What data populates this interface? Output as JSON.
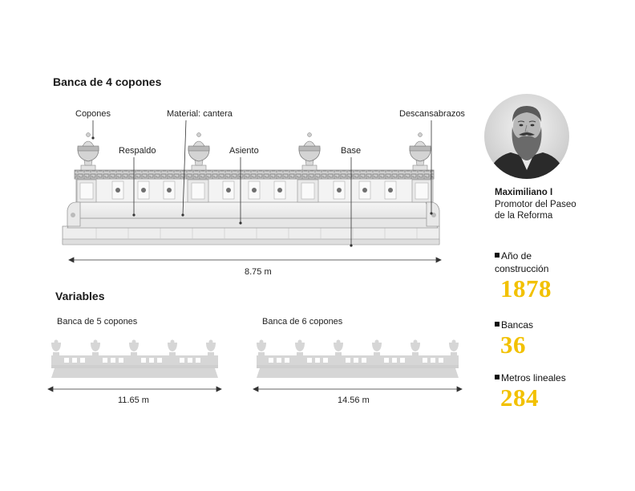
{
  "main": {
    "title": "Banca de 4 copones",
    "labels": {
      "copones": "Copones",
      "material": "Material: cantera",
      "descansabrazos": "Descansabrazos",
      "respaldo": "Respaldo",
      "asiento": "Asiento",
      "base": "Base"
    },
    "width": "8.75 m"
  },
  "variables": {
    "title": "Variables",
    "items": [
      {
        "label": "Banca de 5 copones",
        "width": "11.65 m"
      },
      {
        "label": "Banca de 6 copones",
        "width": "14.56 m"
      }
    ]
  },
  "person": {
    "name": "Maximiliano I",
    "role_line1": "Promotor del Paseo",
    "role_line2": "de la Reforma"
  },
  "stats": [
    {
      "label_line1": "Año de",
      "label_line2": "construcción",
      "value": "1878"
    },
    {
      "label_line1": "Bancas",
      "value": "36"
    },
    {
      "label_line1": "Metros lineales",
      "value": "284"
    }
  ],
  "colors": {
    "accent": "#f2c100",
    "stone_light": "#f1f1f1",
    "stone_mid": "#dcdcdc",
    "silhouette": "#d6d6d6"
  }
}
